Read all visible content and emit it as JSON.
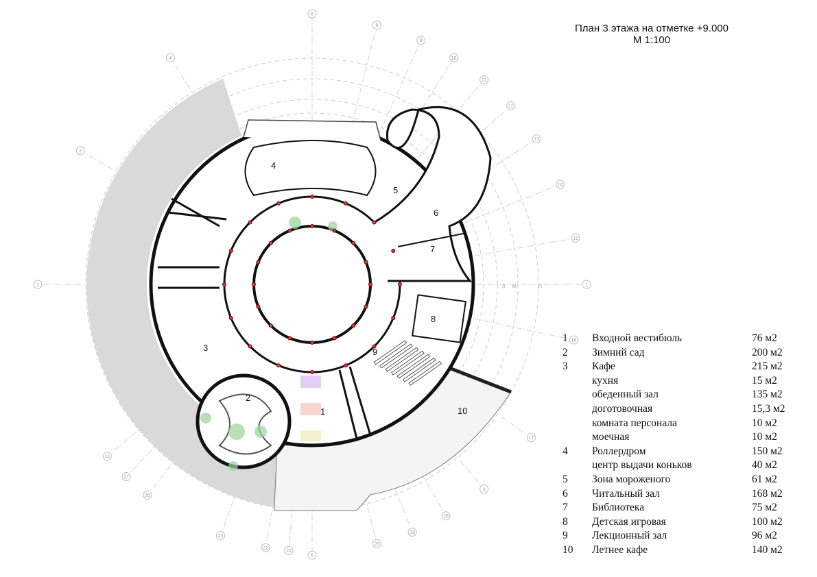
{
  "title": {
    "line1": "План 3 этажа на отметке +9.000",
    "line2": "М 1:100"
  },
  "legend": [
    {
      "num": "1",
      "label": "Входной вестибюль",
      "area": "76 м2"
    },
    {
      "num": "2",
      "label": "Зимний сад",
      "area": "200 м2"
    },
    {
      "num": "3",
      "label": "Кафе",
      "area": "215 м2"
    },
    {
      "num": "",
      "label": "кухня",
      "area": "15 м2"
    },
    {
      "num": "",
      "label": "обеденный зал",
      "area": "135 м2"
    },
    {
      "num": "",
      "label": "доготовочная",
      "area": "15,3 м2"
    },
    {
      "num": "",
      "label": "комната персонала",
      "area": "10 м2"
    },
    {
      "num": "",
      "label": "моечная",
      "area": "10 м2"
    },
    {
      "num": "4",
      "label": "Роллердром",
      "area": "150 м2"
    },
    {
      "num": "",
      "label": "центр выдачи коньков",
      "area": "40 м2"
    },
    {
      "num": "5",
      "label": "Зона мороженого",
      "area": "61 м2"
    },
    {
      "num": "6",
      "label": "Читальный зал",
      "area": "168 м2"
    },
    {
      "num": "7",
      "label": "Библиотека",
      "area": "75 м2"
    },
    {
      "num": "8",
      "label": "Детская игровая",
      "area": "100 м2"
    },
    {
      "num": "9",
      "label": "Лекционный зал",
      "area": "96 м2"
    },
    {
      "num": "10",
      "label": "Летнее кафе",
      "area": "140 м2"
    }
  ],
  "room_labels": [
    "1",
    "2",
    "3",
    "4",
    "5",
    "6",
    "7",
    "8",
    "9",
    "10"
  ],
  "axes": {
    "radial": [
      {
        "label": "1",
        "angle": 180
      },
      {
        "label": "1",
        "angle": 0
      },
      {
        "label": "6",
        "angle": -90
      },
      {
        "label": "6",
        "angle": 90
      },
      {
        "label": "8",
        "angle": -76
      },
      {
        "label": "9",
        "angle": -66
      },
      {
        "label": "10",
        "angle": -58
      },
      {
        "label": "11",
        "angle": -50
      },
      {
        "label": "12",
        "angle": -42
      },
      {
        "label": "13",
        "angle": -33
      },
      {
        "label": "14",
        "angle": -22
      },
      {
        "label": "15",
        "angle": -10
      },
      {
        "label": "16",
        "angle": 12
      },
      {
        "label": "17",
        "angle": 35
      },
      {
        "label": "4",
        "angle": 50
      },
      {
        "label": "18",
        "angle": 60
      },
      {
        "label": "19",
        "angle": 68
      },
      {
        "label": "20",
        "angle": 76
      },
      {
        "label": "21",
        "angle": 95
      },
      {
        "label": "22",
        "angle": 100
      },
      {
        "label": "23",
        "angle": 110
      },
      {
        "label": "26",
        "angle": 128
      },
      {
        "label": "27",
        "angle": 134
      },
      {
        "label": "11",
        "angle": 140
      },
      {
        "label": "3",
        "angle": -150
      },
      {
        "label": "4",
        "angle": -122
      }
    ],
    "ring_labels": [
      "Л",
      "М",
      "П"
    ]
  }
}
